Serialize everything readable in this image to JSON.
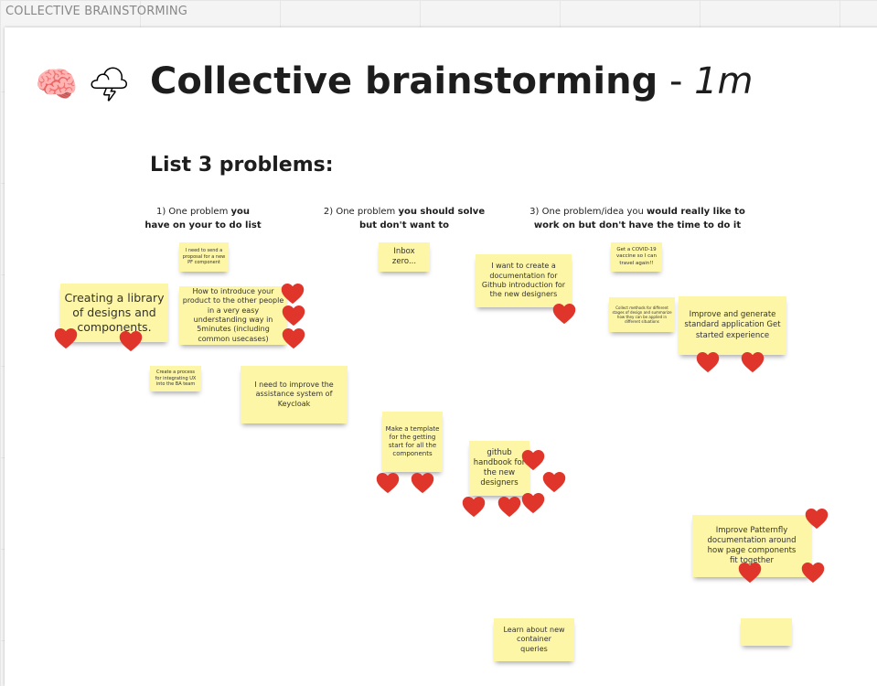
{
  "frame_label": "COLLECTIVE BRAINSTORMING",
  "title": {
    "main": "Collective brainstorming",
    "separator": " - ",
    "duration": "1m"
  },
  "emojis": [
    "🧠",
    "🌩"
  ],
  "subtitle": "List 3 problems:",
  "columns": [
    {
      "prefix": "1) One problem ",
      "bold": "you",
      "line2": "have on your to do list"
    },
    {
      "prefix": "2) One problem ",
      "bold": "you should solve",
      "line2": "but don't want to"
    },
    {
      "prefix": "3) One problem/idea you ",
      "bold": "would really like to",
      "line2": "work on but don't have the time to do it"
    }
  ],
  "notes": [
    "I need to send a proposal for a new PF component",
    "Creating a library of designs and components.",
    "How to introduce your product to the other people in a very easy understanding way in 5minutes (including common usecases)",
    "Create a process for integrating UX into the BA team",
    "I need to improve the assistance system of Keycloak",
    "Inbox zero...",
    "I want to create a documentation for Github introduction for the new designers",
    "Make a template for the getting start for all the components",
    "github handbook for the new designers",
    "Learn about new container queries",
    "Get a COVID-19 vaccine so I can travel again!!",
    "Collect methods for different stages of design and summarize how they can be applied in different situations",
    "Improve and generate standard application Get started experience",
    "Improve Patternfly documentation around how page components fit together",
    ""
  ],
  "heart_glyph": "❤",
  "heart_count": 18,
  "colors": {
    "note": "#fdf6a6",
    "heart": "#e0352b"
  }
}
